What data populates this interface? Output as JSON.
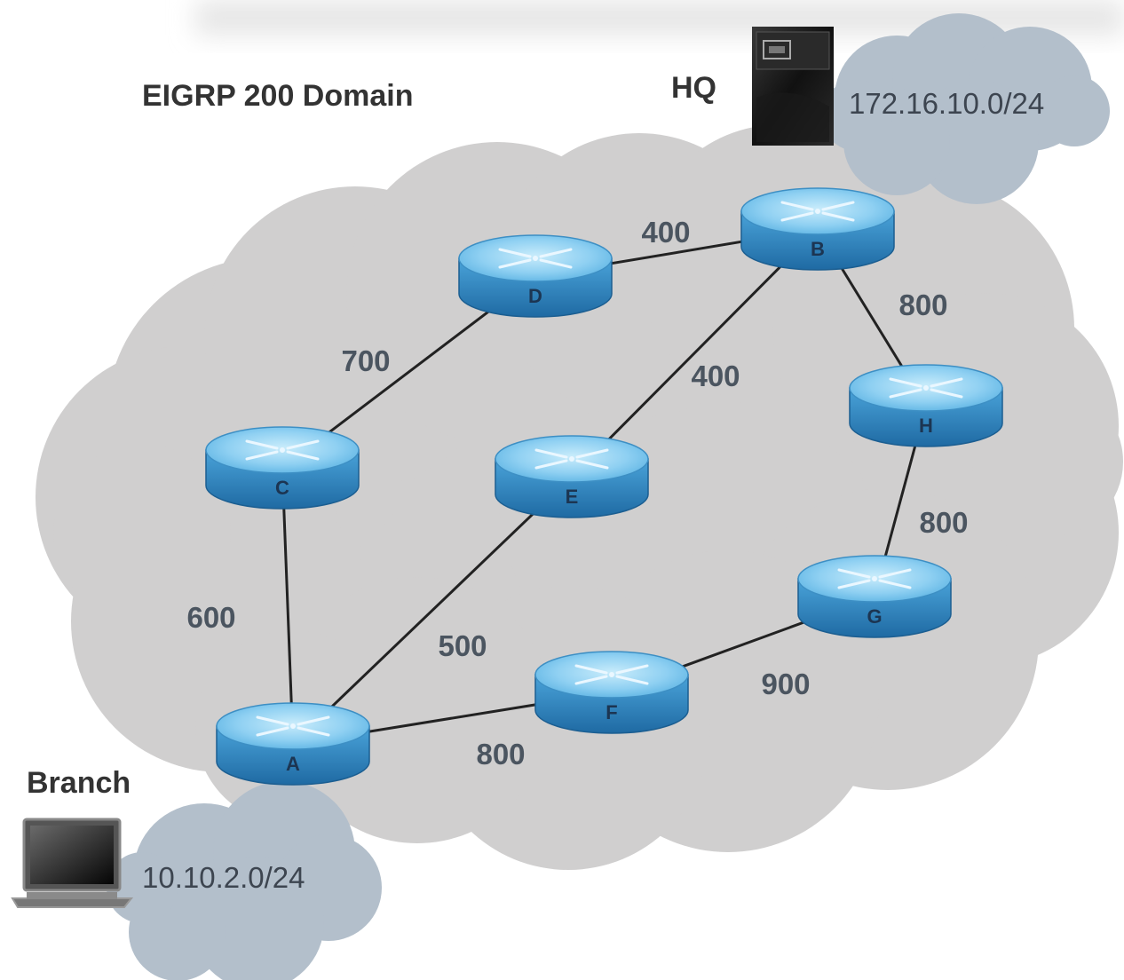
{
  "title": "EIGRP 200 Domain",
  "hq": {
    "label": "HQ",
    "network": "172.16.10.0/24",
    "icon": "server-icon"
  },
  "branch": {
    "label": "Branch",
    "network": "10.10.2.0/24",
    "icon": "laptop-icon"
  },
  "routers": [
    {
      "id": "A",
      "label": "A"
    },
    {
      "id": "B",
      "label": "B"
    },
    {
      "id": "C",
      "label": "C"
    },
    {
      "id": "D",
      "label": "D"
    },
    {
      "id": "E",
      "label": "E"
    },
    {
      "id": "F",
      "label": "F"
    },
    {
      "id": "G",
      "label": "G"
    },
    {
      "id": "H",
      "label": "H"
    }
  ],
  "links": [
    {
      "from": "A",
      "to": "C",
      "cost": "600"
    },
    {
      "from": "C",
      "to": "D",
      "cost": "700"
    },
    {
      "from": "D",
      "to": "B",
      "cost": "400"
    },
    {
      "from": "A",
      "to": "E",
      "cost": "500"
    },
    {
      "from": "E",
      "to": "B",
      "cost": "400"
    },
    {
      "from": "A",
      "to": "F",
      "cost": "800"
    },
    {
      "from": "F",
      "to": "G",
      "cost": "900"
    },
    {
      "from": "G",
      "to": "H",
      "cost": "800"
    },
    {
      "from": "H",
      "to": "B",
      "cost": "800"
    }
  ],
  "colors": {
    "cloud": "#d0cfcf",
    "small_cloud": "#b3bfcb",
    "router_top": "#8fd0f2",
    "router_side": "#3f93cc",
    "link": "#222222"
  }
}
